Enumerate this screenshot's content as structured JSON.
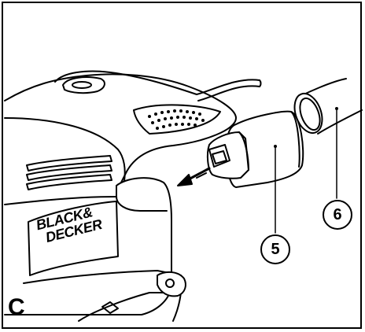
{
  "figure": {
    "panel_letter": "C",
    "callouts": [
      {
        "id": "5",
        "label": "5"
      },
      {
        "id": "6",
        "label": "6"
      }
    ],
    "brand": {
      "line1": "BLACK&",
      "line2": "DECKER"
    }
  }
}
